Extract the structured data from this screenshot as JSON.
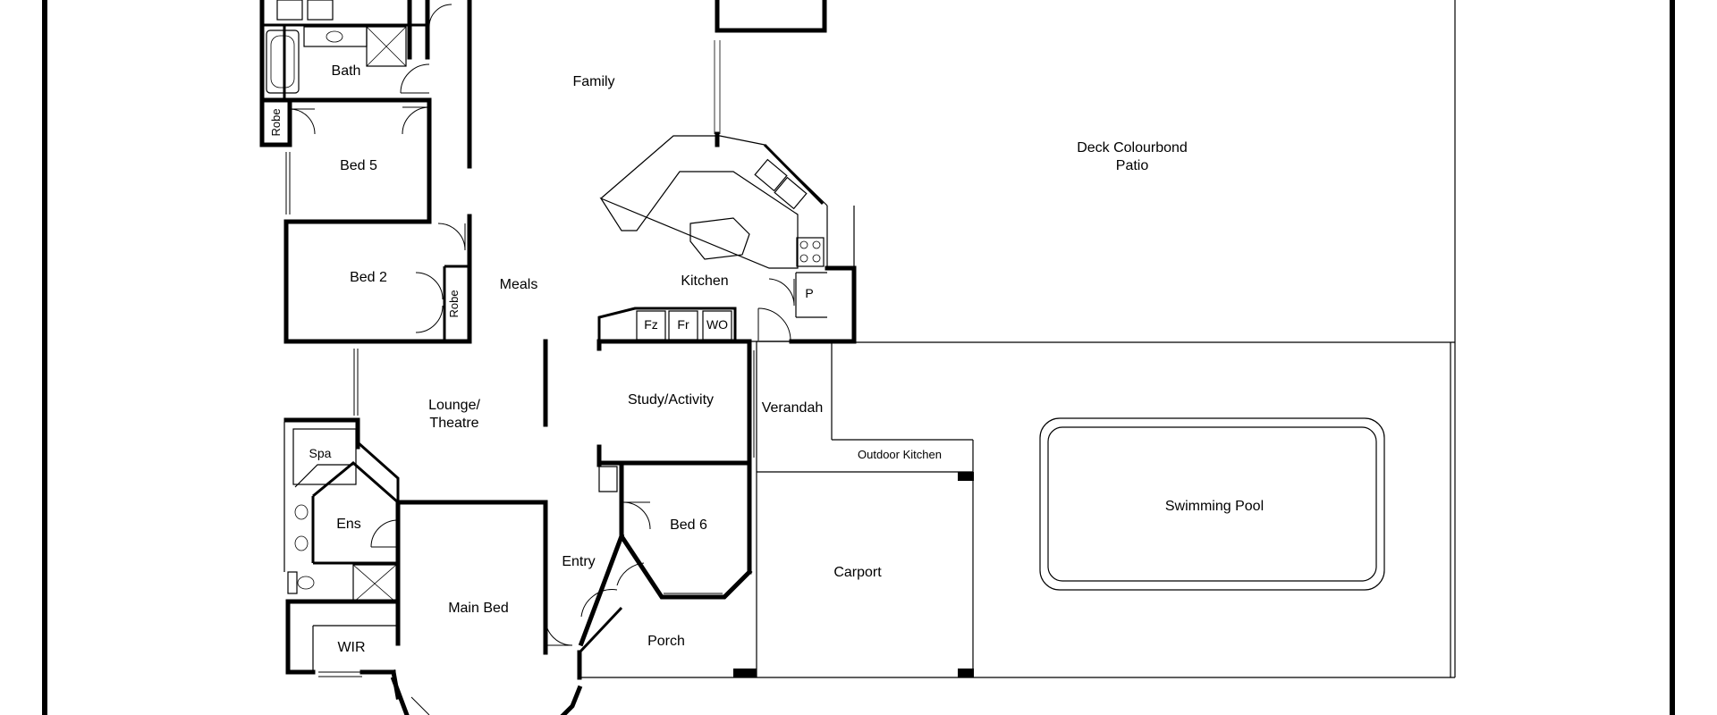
{
  "rooms": {
    "bath": "Bath",
    "family": "Family",
    "deck": "Deck Colourbond",
    "patio": "Patio",
    "robe_left": "Robe",
    "bed5": "Bed 5",
    "bed2": "Bed 2",
    "robe_mid": "Robe",
    "meals": "Meals",
    "kitchen": "Kitchen",
    "pantry": "P",
    "fz": "Fz",
    "fr": "Fr",
    "wo": "WO",
    "lounge_line1": "Lounge/",
    "lounge_line2": "Theatre",
    "study": "Study/Activity",
    "verandah": "Verandah",
    "outdoor_kitchen": "Outdoor Kitchen",
    "spa": "Spa",
    "ens": "Ens",
    "bed6": "Bed 6",
    "swimming_pool": "Swimming Pool",
    "entry": "Entry",
    "carport": "Carport",
    "main_bed": "Main Bed",
    "wir": "WIR",
    "porch": "Porch"
  }
}
